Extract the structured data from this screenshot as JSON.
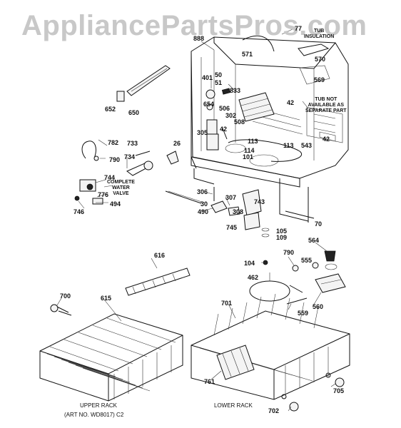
{
  "watermark": "AppliancePartsPros.com",
  "part_numbers": [
    "77",
    "888",
    "571",
    "570",
    "569",
    "401",
    "50",
    "51",
    "833",
    "654",
    "506",
    "302",
    "508",
    "42",
    "305",
    "113",
    "114",
    "101",
    "652",
    "650",
    "782",
    "790",
    "733",
    "734",
    "26",
    "744",
    "776",
    "746",
    "494",
    "306",
    "307",
    "30",
    "490",
    "308",
    "743",
    "745",
    "70",
    "105",
    "109",
    "42",
    "113",
    "543",
    "42",
    "616",
    "104",
    "790",
    "555",
    "564",
    "462",
    "700",
    "615",
    "701",
    "559",
    "560",
    "761",
    "705",
    "702"
  ],
  "notes": {
    "tub_insulation": "TUB\nINSULATION",
    "tub_not_available": "TUB NOT\nAVAILABLE AS\nSEPARATE PART",
    "complete_water_valve": "COMPLETE\nWATER\nVALVE"
  },
  "captions": {
    "upper_rack": "UPPER RACK",
    "lower_rack": "LOWER RACK",
    "art_no": "(ART NO. WD8017) C2"
  }
}
